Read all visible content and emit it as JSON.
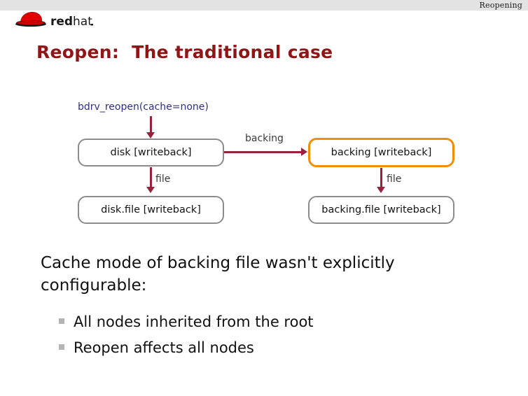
{
  "header": {
    "section_label": "Reopening",
    "logo_text_bold": "red",
    "logo_text_light": "hat",
    "logo_icon": "redhat-fedora-icon",
    "bar_color": "#e3e3e3"
  },
  "slide": {
    "title": "Reopen:  The traditional case",
    "title_color": "#8f1616"
  },
  "diagram": {
    "call_label": "bdrv_reopen(cache=none)",
    "call_label_color": "#30307a",
    "edge_color": "#96233b",
    "node_border_color": "#8c8c8c",
    "highlight_border_color": "#ef8f08",
    "nodes": [
      {
        "id": "disk",
        "label": "disk [writeback]",
        "highlighted": false
      },
      {
        "id": "backing",
        "label": "backing [writeback]",
        "highlighted": true
      },
      {
        "id": "disk-file",
        "label": "disk.file [writeback]",
        "highlighted": false
      },
      {
        "id": "backing-file",
        "label": "backing.file [writeback]",
        "highlighted": false
      }
    ],
    "edges": [
      {
        "id": "call-to-disk",
        "label": ""
      },
      {
        "id": "disk-to-backing",
        "label": "backing"
      },
      {
        "id": "disk-to-disk-file",
        "label": "file"
      },
      {
        "id": "backing-to-backing-file",
        "label": "file"
      }
    ]
  },
  "body": {
    "paragraph": "Cache mode of backing file wasn't explicitly configurable:",
    "bullets": [
      "All nodes inherited from the root",
      "Reopen affects all nodes"
    ]
  }
}
